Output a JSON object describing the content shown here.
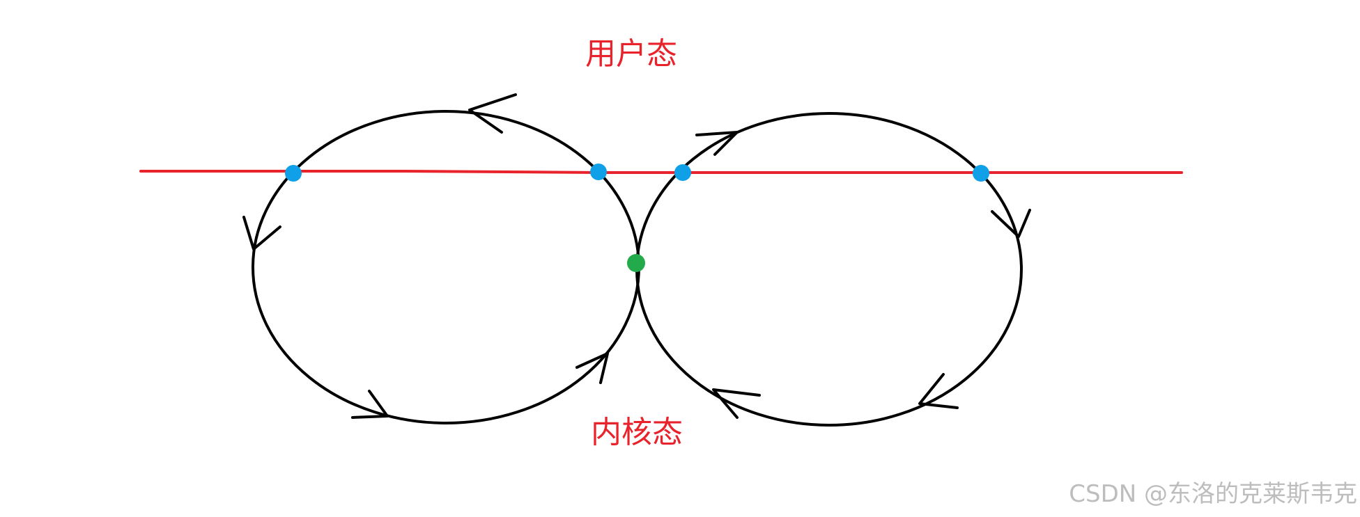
{
  "labels": {
    "user_mode": "用户态",
    "kernel_mode": "内核态"
  },
  "watermark": "CSDN @东洛的克莱斯韦克",
  "colors": {
    "background": "#ffffff",
    "boundary_line": "#e8232b",
    "loop_stroke": "#000000",
    "transition_point": "#10a0e8",
    "center_point": "#22aa4b",
    "label_text": "#e8232b",
    "watermark_text": "#bdbdbd"
  }
}
